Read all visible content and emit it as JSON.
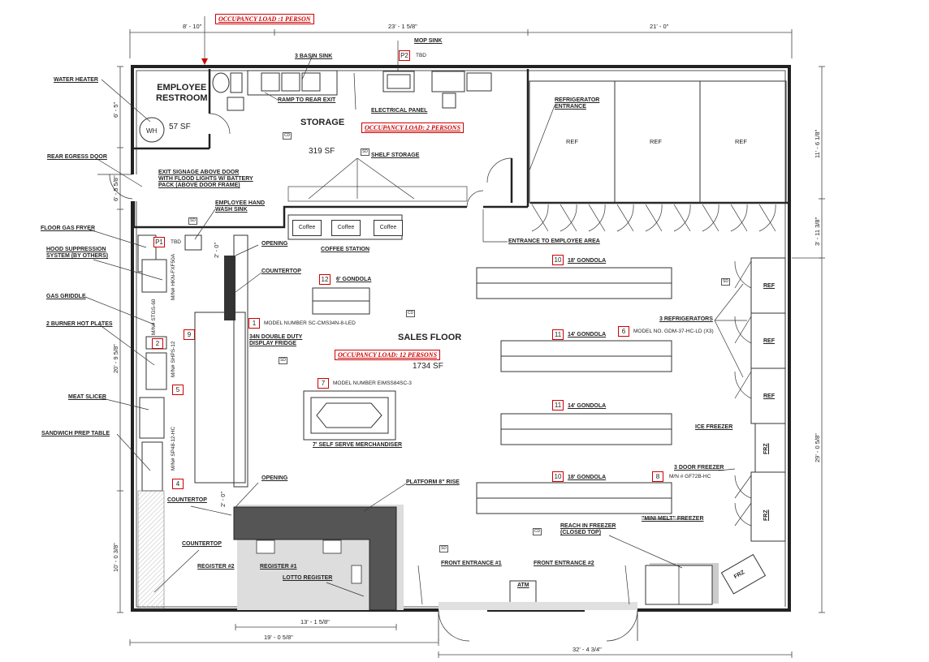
{
  "top_dimensions": {
    "left": "8' - 10\"",
    "middle": "23' - 1 5/8\"",
    "right": "21' - 0\""
  },
  "left_dimensions": {
    "restroom": "6' - 5\"",
    "egress": "6' - 5 5/8\"",
    "kitchen": "20' - 9 5/8\"",
    "front": "10' - 0 3/8\""
  },
  "right_dimensions": {
    "top": "11' - 6 1/8\"",
    "mid": "3' - 11 3/8\"",
    "main": "29' - 0 5/8\""
  },
  "bottom_dimensions": {
    "counter": "13' - 1 5/8\"",
    "left": "19' - 0 5/8\"",
    "right": "32' - 4 3/4\""
  },
  "interior_dimensions": {
    "opening_top": "2' - 0\"",
    "opening_bottom": "2' - 0\""
  },
  "occupancy": {
    "restroom": "OCCUPANCY LOAD :1 PERSON",
    "storage": "OCCUPANCY LOAD: 2 PERSONS",
    "sales": "OCCUPANCY LOAD: 12 PERSONS"
  },
  "rooms": {
    "restroom": {
      "name": "EMPLOYEE\nRESTROOM",
      "area": "57 SF"
    },
    "storage": {
      "name": "STORAGE",
      "area": "319 SF"
    },
    "sales": {
      "name": "SALES FLOOR",
      "area": "1734 SF"
    }
  },
  "left_labels": {
    "water_heater": "WATER HEATER",
    "rear_egress": "REAR EGRESS DOOR",
    "floor_gas_fryer": "FLOOR GAS FRYER",
    "hood": "HOOD SUPPRESSION\nSYSTEM  (BY OTHERS)",
    "gas_griddle": "GAS GRIDDLE",
    "hot_plates": "2 BURNER HOT PLATES",
    "meat_slicer": "MEAT SLICER",
    "sandwich_prep": "SANDWICH PREP TABLE"
  },
  "labels": {
    "basin_sink": "3 BASIN SINK",
    "mop_sink": "MOP SINK",
    "ramp": "RAMP TO REAR EXIT",
    "electrical": "ELECTRICAL PANEL",
    "refrigerator_entrance": "REFRIGERATOR\nENTRANCE",
    "shelf_storage": "SHELF STORAGE",
    "exit_signage": "EXIT SIGNAGE ABOVE DOOR\nWITH FLOOD LIGHTS W/ BATTERY\nPACK (ABOVE DOOR FRAME)",
    "hand_wash": "EMPLOYEE HAND\nWASH SINK",
    "coffee_station": "COFFEE STATION",
    "entrance_employee": "ENTRANCE TO EMPLOYEE AREA",
    "opening_top": "OPENING",
    "countertop_top": "COUNTERTOP",
    "double_duty": "34N DOUBLE DUTY\nDISPLAY FRIDGE",
    "opening_bottom": "OPENING",
    "countertop_mid": "COUNTERTOP",
    "countertop_bottom": "COUNTERTOP",
    "platform": "PLATFORM 8\" RISE",
    "register2": "REGISTER #2",
    "register1": "REGISTER #1",
    "lotto": "LOTTO REGISTER",
    "front1": "FRONT ENTRANCE #1",
    "front2": "FRONT ENTRANCE #2",
    "atm": "ATM",
    "reach_in": "REACH IN FREEZER\n(CLOSED TOP)",
    "mini_melt": "\"MINI MELT\" FREEZER",
    "three_door": "3 DOOR FREEZER",
    "ice_freezer": "ICE FREEZER",
    "three_ref": "3 REFRIGERATORS",
    "self_serve": "7' SELF SERVE MERCHANDISER"
  },
  "tags": {
    "p1": "P1",
    "p1_note": "TBD",
    "p2": "P2",
    "p2_note": "TBD",
    "t1": "1",
    "t1_note": "MODEL NUMBER SC-CMS34N-8-LED",
    "t2": "2",
    "t4": "4",
    "t5": "5",
    "t6": "6",
    "t6_note": "MODEL NO. GDM-37-HC-LD (X3)",
    "t7": "7",
    "t7_note": "MODEL NUMBER EIMSS84SC-3",
    "t8": "8",
    "t8_note": "M/N # GF72B-HC",
    "t9": "9",
    "t10a": "10",
    "t10a_note": "18' GONDOLA",
    "t10b": "10",
    "t10b_note": "18' GONDOLA",
    "t11a": "11",
    "t11a_note": "14' GONDOLA",
    "t11b": "11",
    "t11b_note": "14' GONDOLA",
    "t12": "12",
    "t12_note": "6' GONDOLA"
  },
  "model_numbers": {
    "hood": "M/N# HKN-FXF50A",
    "griddle": "M/N# STGS-60",
    "hotplate": "M/N# SHPS-12",
    "prep": "M/N# SP48-12-HC"
  },
  "equipment": {
    "wh": "WH",
    "coffee": [
      "Coffee",
      "Coffee",
      "Coffee"
    ],
    "ref": "REF",
    "frz": "FRZ",
    "sd": "SD",
    "cd": "CD"
  }
}
